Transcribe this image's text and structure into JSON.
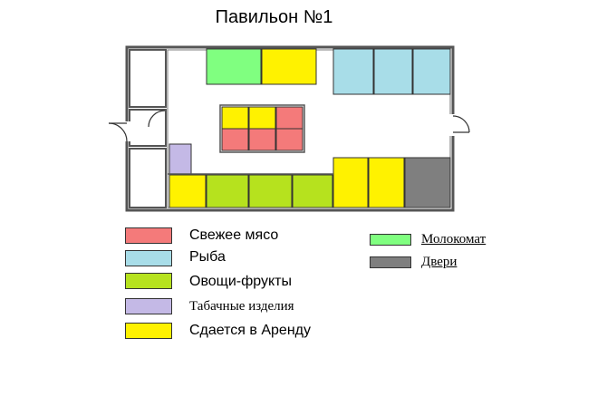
{
  "title": "Павильон №1",
  "colors": {
    "meat": "#f47a7a",
    "fish": "#a8dde8",
    "vegetables": "#b6e21e",
    "tobacco": "#c4b9e6",
    "rent": "#fff200",
    "milk": "#80ff80",
    "doors": "#7f7f7f"
  },
  "legend": [
    {
      "id": "meat",
      "label": "Свежее мясо"
    },
    {
      "id": "fish",
      "label": "Рыба"
    },
    {
      "id": "vegetables",
      "label": "Овощи-фрукты"
    },
    {
      "id": "tobacco",
      "label": "Табачные изделия"
    },
    {
      "id": "rent",
      "label": "Сдается в Аренду"
    }
  ],
  "legend_right": [
    {
      "id": "milk",
      "label": "Молокомат"
    },
    {
      "id": "doors",
      "label": "Двери"
    }
  ]
}
